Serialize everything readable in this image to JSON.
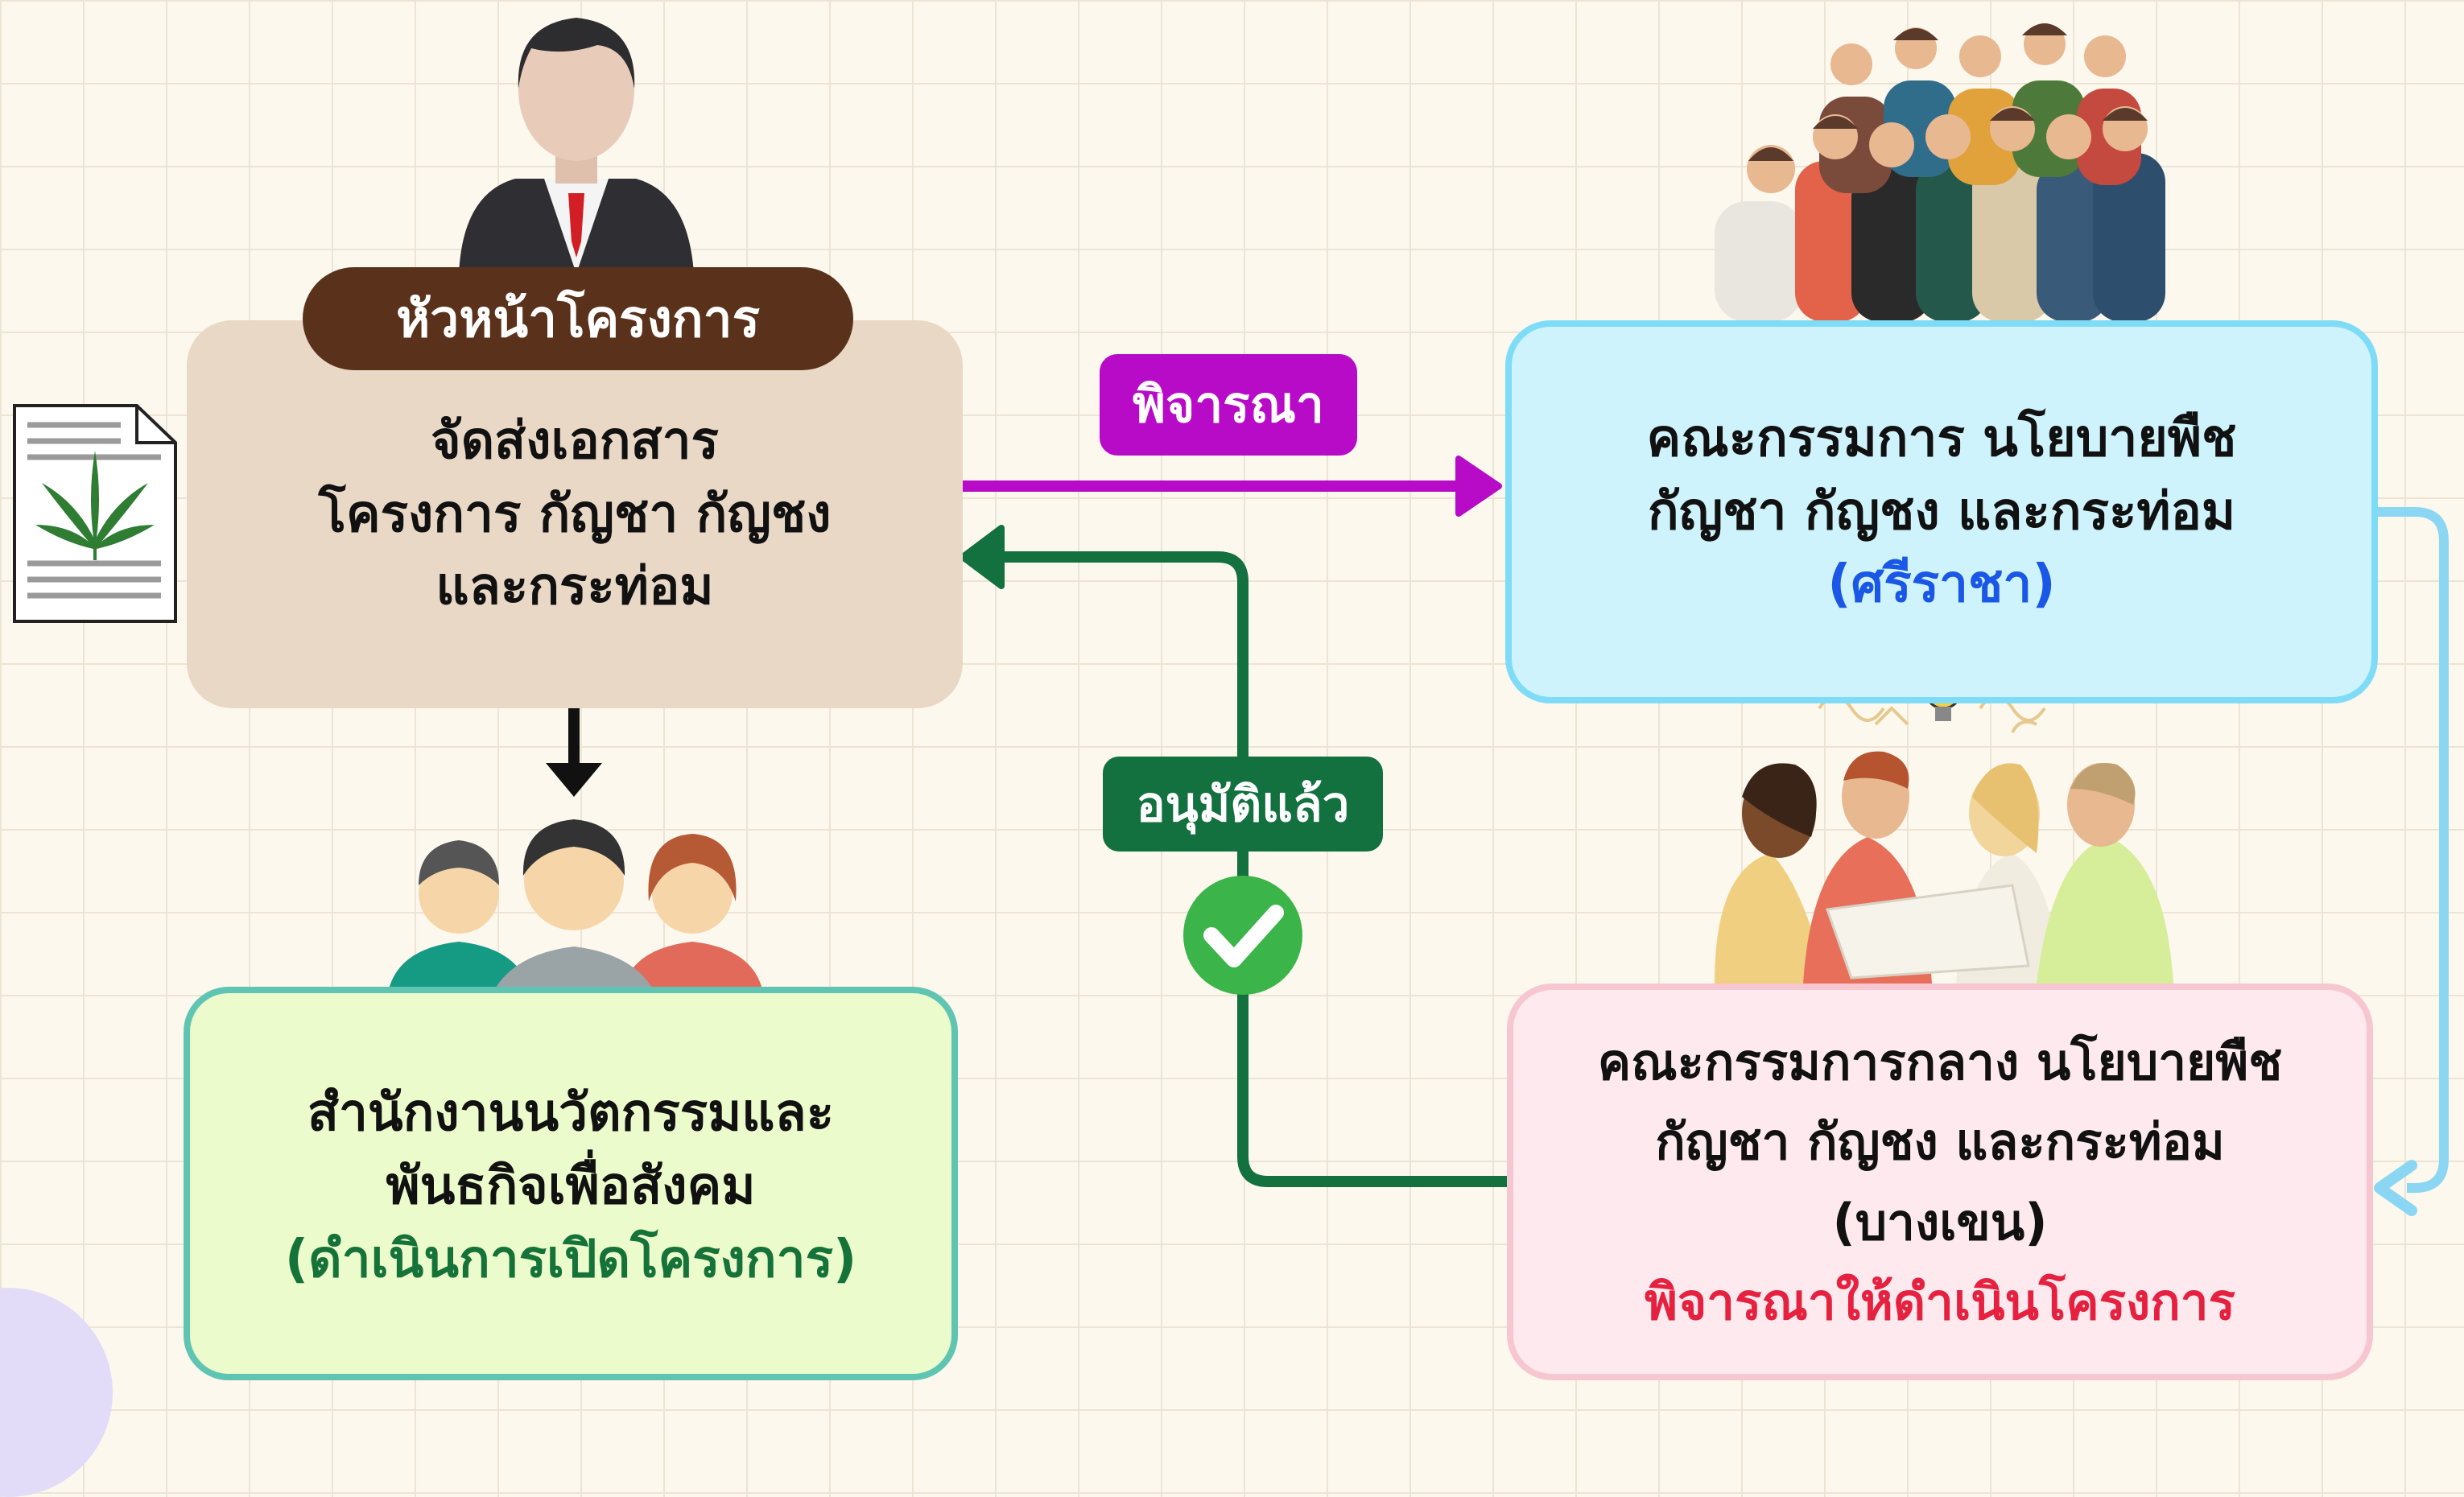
{
  "project_leader": {
    "role_label": "หัวหน้าโครงการ",
    "lines": [
      "จัดส่งเอกสาร",
      "โครงการ กัญชา กัญชง",
      "และกระท่อม"
    ]
  },
  "labels": {
    "consider": "พิจารณา",
    "approved": "อนุมัติแล้ว"
  },
  "committee_sriracha": {
    "lines": [
      "คณะกรรมการ นโยบายพืช",
      "กัญชา กัญชง และกระท่อม"
    ],
    "campus": "(ศรีราชา)"
  },
  "committee_central": {
    "lines": [
      "คณะกรรมการกลาง นโยบายพืช",
      "กัญชา กัญชง และกระท่อม",
      "(บางเขน)"
    ],
    "decision": "พิจารณาให้ดำเนินโครงการ"
  },
  "innovation_office": {
    "lines": [
      "สำนักงานนวัตกรรมและ",
      "พันธกิจเพื่อสังคม"
    ],
    "action": "(ดำเนินการเปิดโครงการ)"
  },
  "colors": {
    "leader_pill": "#5a321b",
    "consider_arrow": "#b70bc8",
    "approved_arrow": "#13703f",
    "campus_text": "#1a57e6",
    "decision_text": "#e5213f",
    "action_text": "#157238"
  },
  "icons": [
    "businessman-icon",
    "cannabis-document-icon",
    "crowd-icon",
    "team-brainstorm-icon",
    "staff-group-icon",
    "check-circle-icon"
  ]
}
